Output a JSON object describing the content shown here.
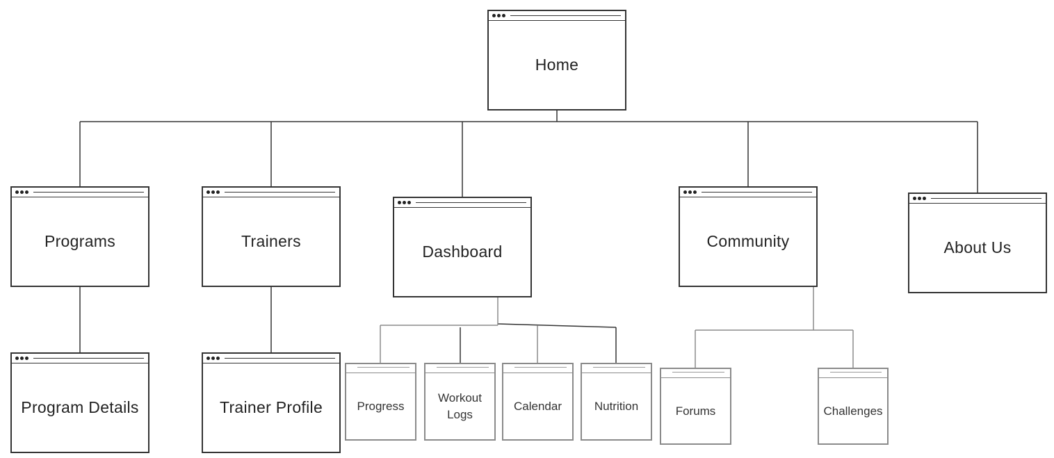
{
  "sitemap": {
    "home": "Home",
    "sections": {
      "programs": "Programs",
      "trainers": "Trainers",
      "dashboard": "Dashboard",
      "community": "Community",
      "about": "About Us"
    },
    "children": {
      "program_details": "Program Details",
      "trainer_profile": "Trainer Profile",
      "progress": "Progress",
      "workout_logs": "Workout Logs",
      "calendar": "Calendar",
      "nutrition": "Nutrition",
      "forums": "Forums",
      "challenges": "Challenges"
    }
  }
}
